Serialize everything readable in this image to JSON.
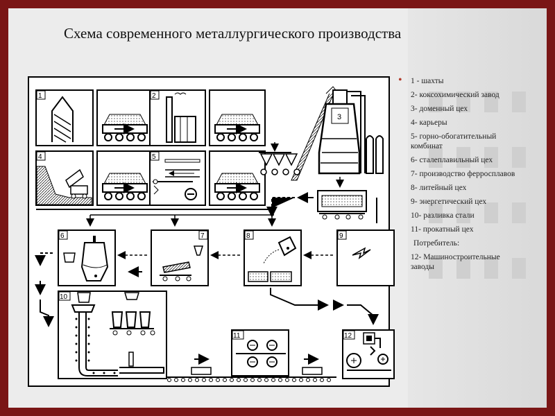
{
  "title": "Схема современного металлургического производства",
  "legend": [
    "1 - шахты",
    "2- коксохимический завод",
    "3- доменный цех",
    "4- карьеры",
    "5- горно-обогатительный комбинат",
    "6- сталеплавильный цех",
    "7- производство ферросплавов",
    "8- литейный цех",
    "9- энергетический цех",
    "10- разливка стали",
    "11- прокатный цех",
    "Потребитель:",
    "12- Машиностроительные заводы"
  ],
  "box_numbers": [
    "1",
    "2",
    "3",
    "4",
    "5",
    "6",
    "7",
    "8",
    "9",
    "10",
    "11",
    "12"
  ]
}
